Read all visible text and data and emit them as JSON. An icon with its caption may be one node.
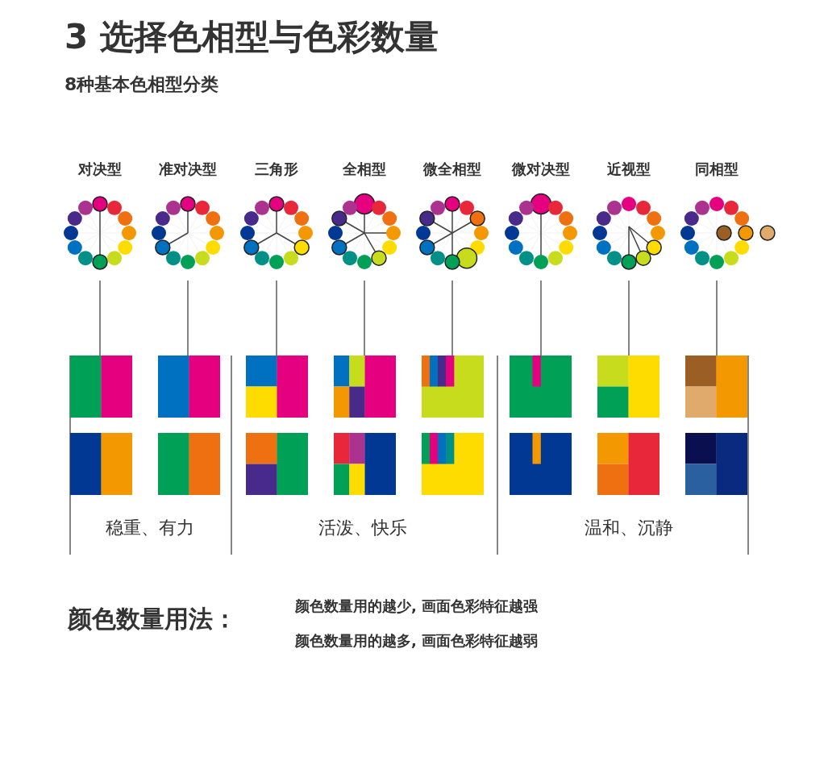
{
  "diagram": {
    "title": "3 选择色相型与色彩数量",
    "nodes": [
      {
        "text": [
          "对决型"
        ]
      },
      {
        "text": [
          "准对决型"
        ]
      },
      {
        "text": [
          "三角形"
        ]
      },
      {
        "text": [
          "全相型"
        ]
      },
      {
        "text": [
          "微全相型"
        ]
      },
      {
        "text": [
          "微对决型"
        ]
      },
      {
        "text": [
          "近视型"
        ]
      },
      {
        "text": [
          "同相型"
        ]
      },
      {
        "text": [],
        "shape": "box"
      },
      {
        "text": [],
        "shape": "box"
      },
      {
        "text": [],
        "shape": "box"
      },
      {
        "text": [],
        "shape": "box"
      },
      {
        "text": [],
        "shape": "box"
      },
      {
        "text": [],
        "shape": "box"
      },
      {
        "text": [],
        "shape": "box"
      },
      {
        "text": [],
        "shape": "box"
      }
    ],
    "edges": [
      {
        "from": 0,
        "to": 8,
        "arrow": "none"
      },
      {
        "from": 1,
        "to": 9,
        "arrow": "none"
      },
      {
        "from": 2,
        "to": 10,
        "arrow": "none"
      },
      {
        "from": 3,
        "to": 11,
        "arrow": "none"
      },
      {
        "from": 4,
        "to": 12,
        "arrow": "none"
      },
      {
        "from": 5,
        "to": 13,
        "arrow": "none"
      },
      {
        "from": 6,
        "to": 14,
        "arrow": "none"
      },
      {
        "from": 7,
        "to": 15,
        "arrow": "none"
      }
    ],
    "labels": [
      "8种基本色相型分类",
      "稳重、有力",
      "活泼、快乐",
      "温和、沉静",
      "颜色数量用法：",
      "颜色数量用的越少, 画面色彩特征越强",
      "颜色数量用的越多, 画面色彩特征越弱"
    ]
  }
}
